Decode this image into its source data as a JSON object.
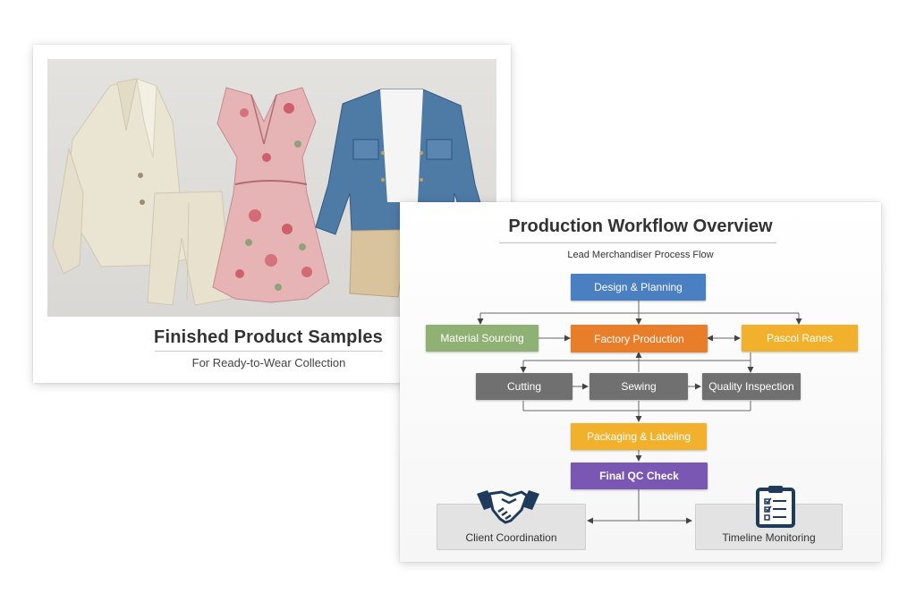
{
  "samples": {
    "title": "Finished Product Samples",
    "subtitle": "For Ready-to-Wear Collection"
  },
  "workflow": {
    "title": "Production Workflow Overview",
    "subtitle": "Lead Merchandiser Process Flow",
    "nodes": {
      "design": "Design & Planning",
      "material": "Material Sourcing",
      "factory": "Factory Production",
      "parcel": "Pascol Ranes",
      "cutting": "Cutting",
      "sewing": "Sewing",
      "quality": "Quality Inspection",
      "packaging": "Packaging & Labeling",
      "finalqc": "Final QC Check",
      "client": "Client Coordination",
      "timeline": "Timeline Monitoring"
    },
    "colors": {
      "blue": "#4a7fc1",
      "green": "#8fb173",
      "orange": "#e87e2a",
      "yellow": "#f2b12c",
      "gray": "#707070",
      "purple": "#7b57b4",
      "icon": "#1f3b5c"
    },
    "icons": [
      "handshake-icon",
      "clipboard-checklist-icon"
    ]
  }
}
